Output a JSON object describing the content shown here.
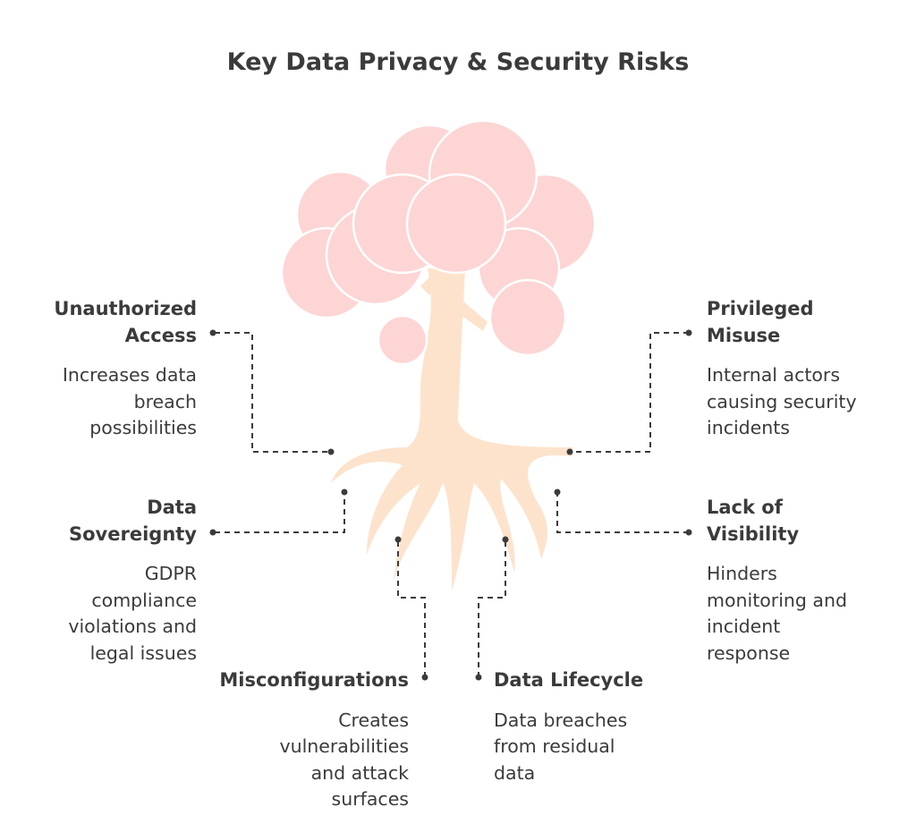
{
  "title": "Key Data Privacy & Security Risks",
  "colors": {
    "canopy": "#fdd5d5",
    "trunk": "#fde3cc",
    "text": "#3b3b3b"
  },
  "risks": [
    {
      "title": "Unauthorized\nAccess",
      "desc": "Increases data\nbreach\npossibilities"
    },
    {
      "title": "Privileged\nMisuse",
      "desc": "Internal actors\ncausing security\nincidents"
    },
    {
      "title": "Data\nSovereignty",
      "desc": "GDPR\ncompliance\nviolations and\nlegal issues"
    },
    {
      "title": "Lack of\nVisibility",
      "desc": "Hinders\nmonitoring and\nincident\nresponse"
    },
    {
      "title": "Misconfigurations",
      "desc": "Creates\nvulnerabilities\nand attack\nsurfaces"
    },
    {
      "title": "Data Lifecycle",
      "desc": "Data breaches\nfrom residual\ndata"
    }
  ]
}
